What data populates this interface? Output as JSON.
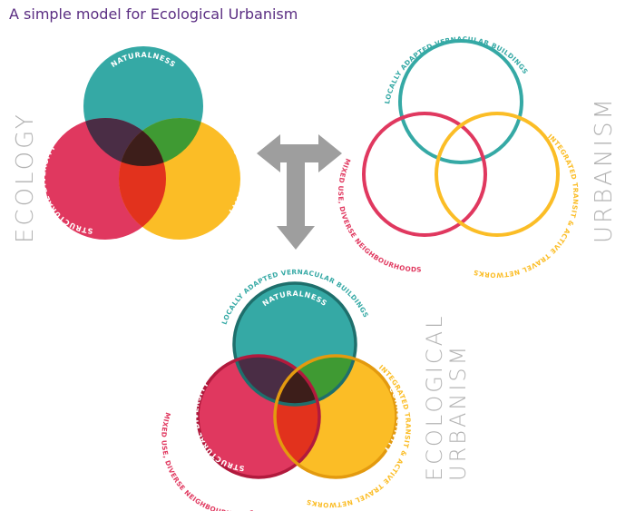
{
  "title": "A simple model for Ecological Urbanism",
  "labels": {
    "ecology": "ECOLOGY",
    "urbanism": "URBANISM",
    "ecological_line1": "ECOLOGICAL",
    "ecological_line2": "URBANISM"
  },
  "ecology_circles": {
    "naturalness": "NATURALNESS",
    "structural_diversity": "STRUCTURAL DIVERSITY",
    "connectivity": "CONNECTIVITY"
  },
  "urbanism_circles": {
    "vernacular": "LOCALLY ADAPTED VERNACULAR BUILDINGS",
    "mixed_use": "MIXED USE, DIVERSE NEIGHBOURHOODS",
    "transit": "INTEGRATED TRANSIT & ACTIVE TRAVEL NETWORKS"
  },
  "colors": {
    "teal": "#35a9a5",
    "red": "#e0385f",
    "yellow": "#fbbd26",
    "arrow": "#9e9e9e",
    "title": "#5a2d82"
  },
  "icons": {
    "arrow": "three-way-arrow-icon"
  }
}
